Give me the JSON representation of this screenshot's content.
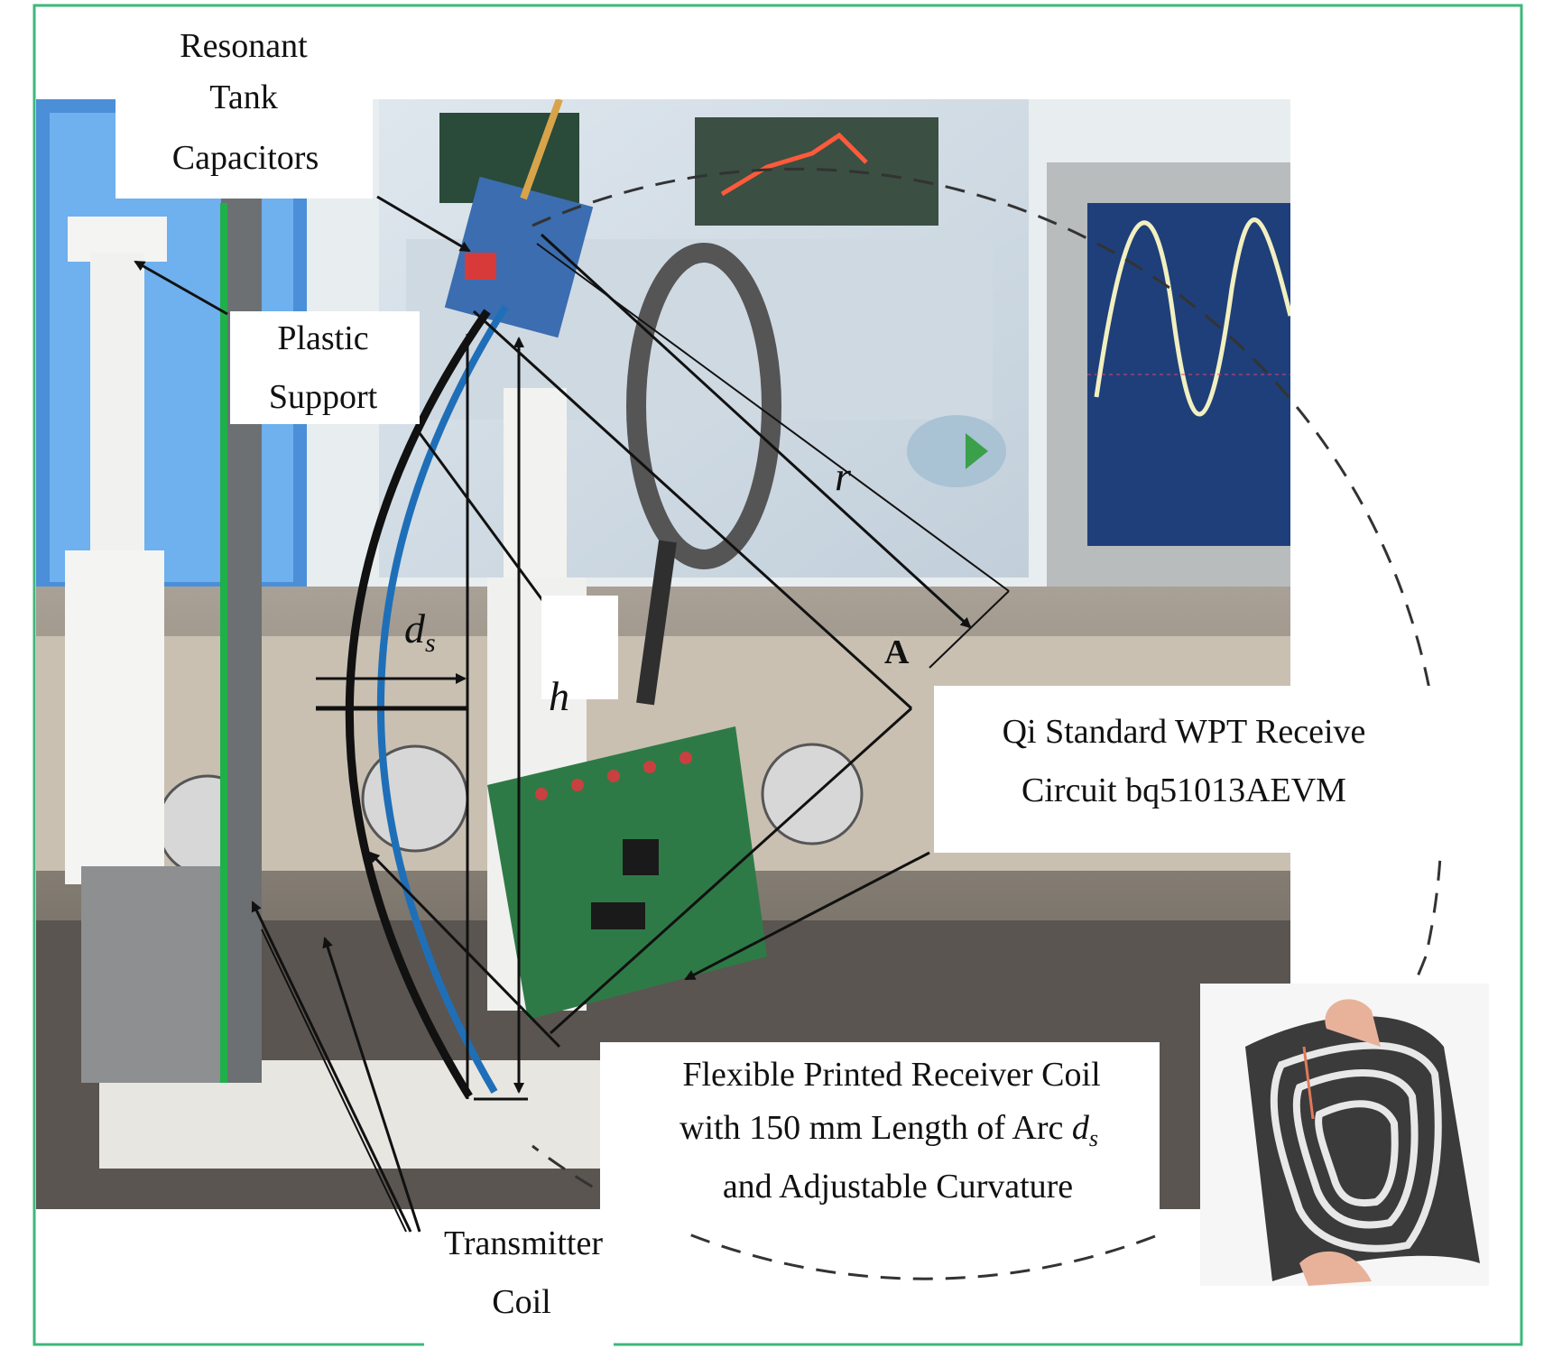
{
  "labels": {
    "resonant_tank": [
      "Resonant",
      "Tank",
      "Capacitors"
    ],
    "plastic_support": [
      "Plastic",
      "Support"
    ],
    "transmitter_coil": [
      "Transmitter",
      "Coil"
    ],
    "receive_circuit": [
      "Qi Standard WPT Receive",
      "Circuit bq51013AEVM"
    ],
    "receiver_coil": [
      "Flexible Printed Receiver Coil",
      "with 150 mm Length of Arc",
      "and Adjustable Curvature"
    ],
    "receiver_coil_symbol": "d",
    "receiver_coil_symbol_sub": "s"
  },
  "dimensions": {
    "ds_main": "d",
    "ds_sub": "s",
    "h": "h",
    "r": "r",
    "A": "A"
  },
  "colors": {
    "frame": "#3db87a",
    "transmitter_coil_line": "#1fb04a",
    "receiver_coil_line": "#1f6fb8",
    "coil_outline": "#111111",
    "pcb": "#2e7a46",
    "dashed_circle": "#333333"
  }
}
